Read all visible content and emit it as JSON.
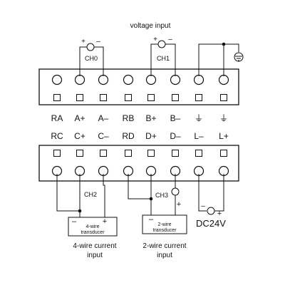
{
  "title": "voltage input",
  "channels": {
    "ch0": "CH0",
    "ch1": "CH1",
    "ch2": "CH2",
    "ch3": "CH3"
  },
  "top_block": {
    "labels": [
      "RA",
      "A+",
      "A–",
      "RB",
      "B+",
      "B–",
      "⏚",
      "⏚"
    ]
  },
  "bottom_block": {
    "labels": [
      "RC",
      "C+",
      "C–",
      "RD",
      "D+",
      "D–",
      "L–",
      "L+"
    ]
  },
  "polarity": {
    "plus": "+",
    "minus": "–"
  },
  "transducer_4wire": {
    "line1": "4-wire",
    "line2": "transducer"
  },
  "transducer_2wire": {
    "line1": "2-wire",
    "line2": "transducer"
  },
  "captions": {
    "four_wire_line1": "4-wire current",
    "four_wire_line2": "input",
    "two_wire_line1": "2-wire current",
    "two_wire_line2": "input"
  },
  "supply_label": "DC24V",
  "icons": [
    "ground-icon",
    "terminal-screw-icon",
    "ammeter-symbol-icon"
  ]
}
